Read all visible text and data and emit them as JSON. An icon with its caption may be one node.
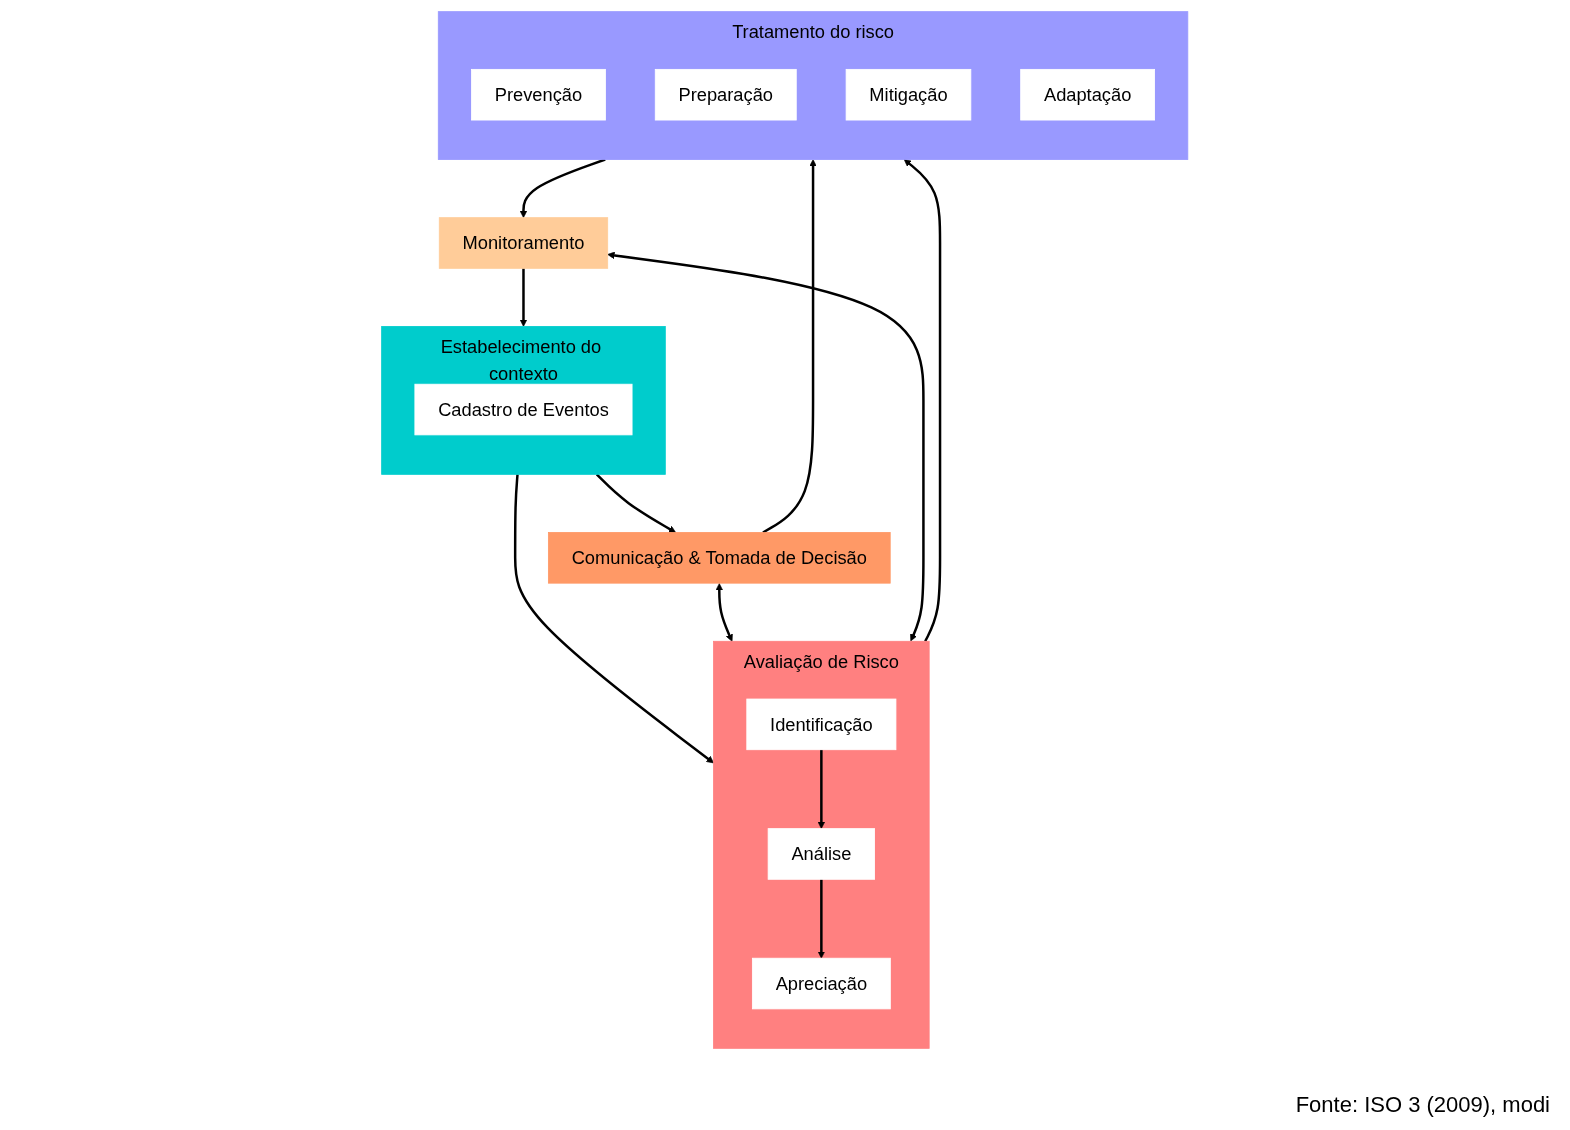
{
  "diagram": {
    "nodes": [
      {
        "text": [
          "Estabelecimento do contexto"
        ]
      },
      {
        "text": [
          "Cadastro de Eventos"
        ],
        "in": 0
      },
      {
        "text": [
          "Comunicação & Tomada de Decisão"
        ]
      },
      {
        "text": [
          "Avaliação de Risco"
        ]
      },
      {
        "text": [
          "Identificação"
        ],
        "in": 3
      },
      {
        "text": [
          "Análise"
        ],
        "in": 3
      },
      {
        "text": [
          "Apreciação"
        ],
        "in": 3
      },
      {
        "text": [
          "Monitoramento"
        ]
      },
      {
        "text": [
          "Tratamento do risco"
        ]
      },
      {
        "text": [
          "Prevenção"
        ],
        "in": 8
      },
      {
        "text": [
          "Preparação"
        ],
        "in": 8
      },
      {
        "text": [
          "Mitigação"
        ],
        "in": 8
      },
      {
        "text": [
          "Adaptação"
        ],
        "in": 8
      }
    ],
    "edges": [
      {
        "from": 0,
        "to": 2,
        "arrow": "to"
      },
      {
        "from": 0,
        "to": 3,
        "arrow": "to"
      },
      {
        "from": 4,
        "to": 5,
        "arrow": "to"
      },
      {
        "from": 5,
        "to": 6,
        "arrow": "to"
      },
      {
        "from": 2,
        "to": 3,
        "arrow": "both"
      },
      {
        "from": 3,
        "to": 7,
        "arrow": "both"
      },
      {
        "from": 3,
        "to": 8,
        "arrow": "to"
      },
      {
        "from": 2,
        "to": 8,
        "arrow": "to"
      },
      {
        "from": 8,
        "to": 7,
        "arrow": "to"
      },
      {
        "from": 7,
        "to": 0,
        "arrow": "to"
      }
    ],
    "labels": [
      "Fonte: ISO 3 (2009), modi"
    ]
  }
}
